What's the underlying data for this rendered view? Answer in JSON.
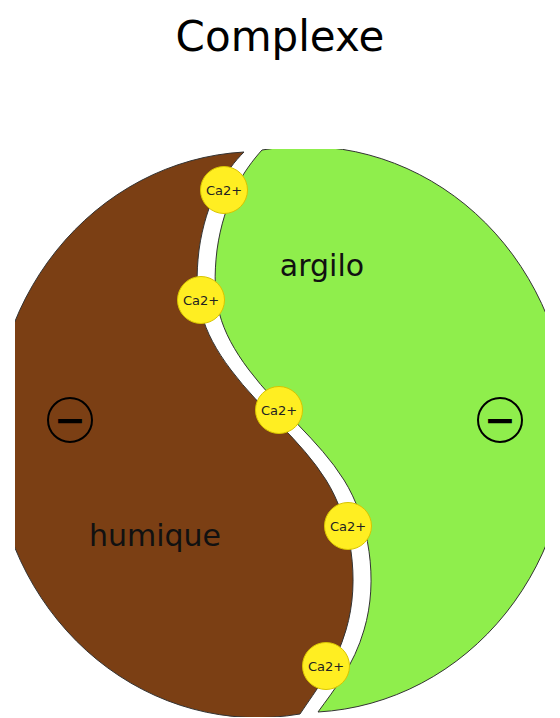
{
  "diagram": {
    "title": "Complexe",
    "nodes": [
      {
        "text": [
          "humique"
        ]
      },
      {
        "text": [
          "−"
        ],
        "in": 0
      },
      {
        "text": [
          "argilo"
        ]
      },
      {
        "text": [
          "−"
        ],
        "in": 2
      },
      {
        "text": [
          "Ca2+"
        ]
      },
      {
        "text": [
          "Ca2+"
        ]
      },
      {
        "text": [
          "Ca2+"
        ]
      },
      {
        "text": [
          "Ca2+"
        ]
      },
      {
        "text": [
          "Ca2+"
        ]
      }
    ]
  }
}
